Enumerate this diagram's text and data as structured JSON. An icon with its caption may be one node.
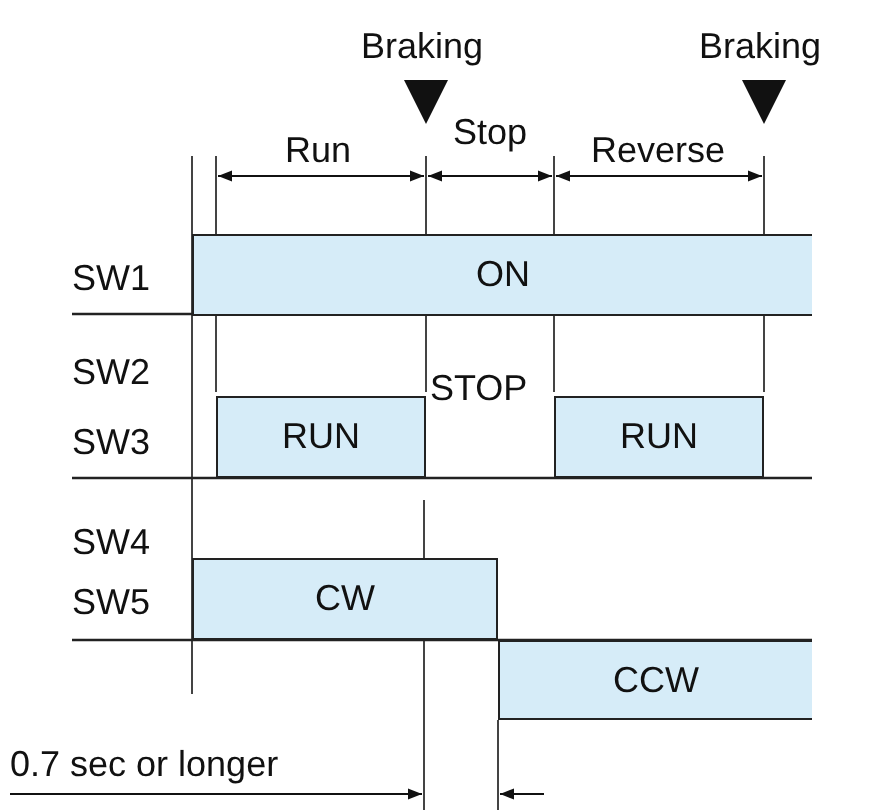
{
  "diagram": {
    "nodes": [
      {
        "text": [
          "ON"
        ]
      },
      {
        "text": [
          "RUN"
        ]
      },
      {
        "text": [
          "RUN"
        ]
      },
      {
        "text": [
          "CW"
        ]
      },
      {
        "text": [
          "CCW"
        ]
      }
    ],
    "labels": [
      "Braking",
      "Braking",
      "Run",
      "Stop",
      "Reverse",
      "SW1",
      "SW2",
      "STOP",
      "SW3",
      "SW4",
      "SW5",
      "0.7 sec or longer"
    ]
  }
}
